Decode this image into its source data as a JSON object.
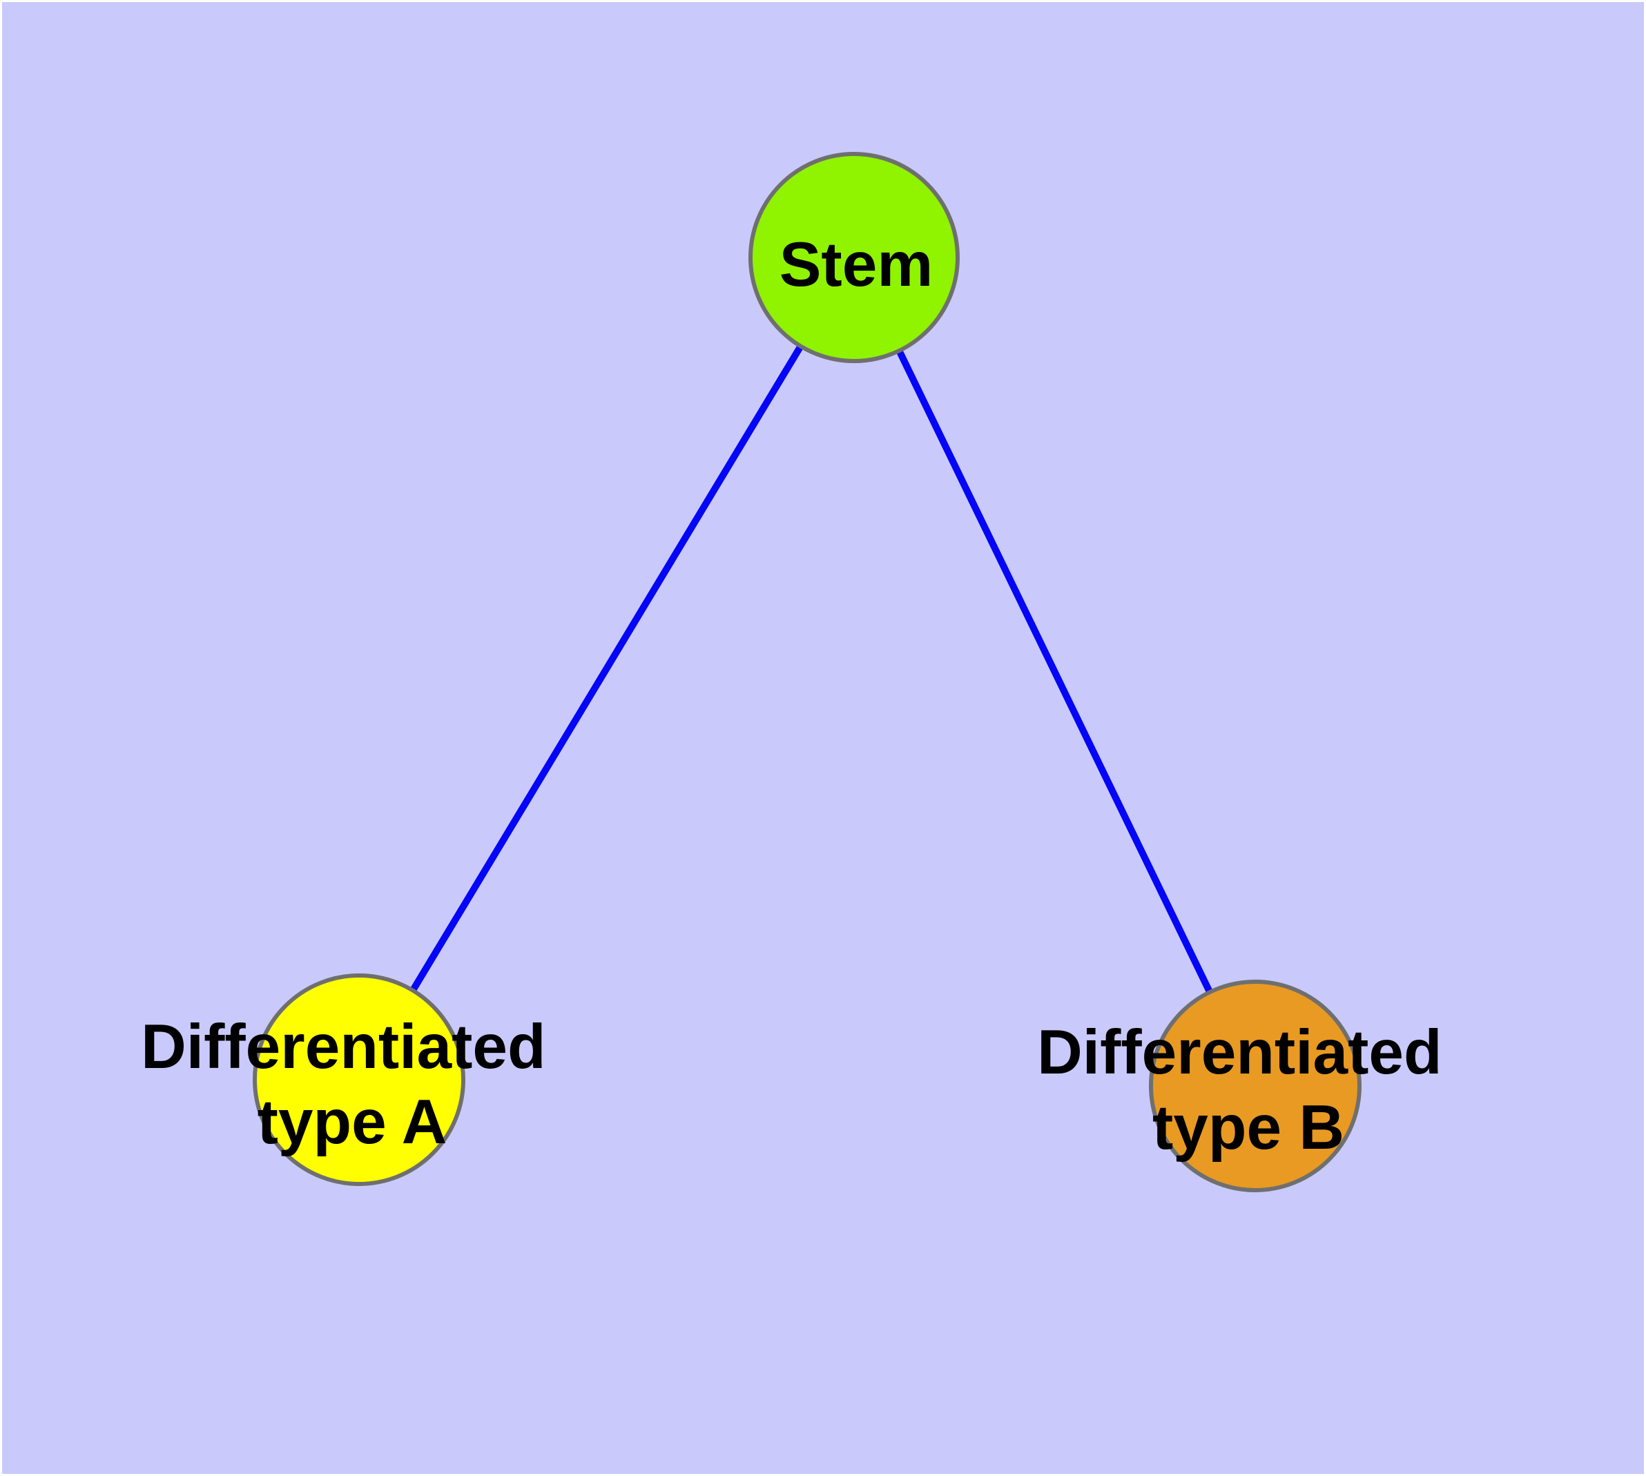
{
  "canvas": {
    "background_color": "#C9CAFB",
    "page_margin_color": "#FFFFFF"
  },
  "graph": {
    "edge_color": "#0505F7",
    "node_border_color": "#6F6F6F",
    "label_color": "#000000",
    "nodes": {
      "stem": {
        "label": "Stem",
        "fill": "#90F300"
      },
      "type_a": {
        "label_line1": "Differentiated",
        "label_line2": "type A",
        "fill": "#FFFF00"
      },
      "type_b": {
        "label_line1": "Differentiated",
        "label_line2": "type B",
        "fill": "#E89A23"
      }
    },
    "edges": [
      {
        "from": "Stem",
        "to": "Differentiated type A"
      },
      {
        "from": "Stem",
        "to": "Differentiated type B"
      }
    ]
  }
}
